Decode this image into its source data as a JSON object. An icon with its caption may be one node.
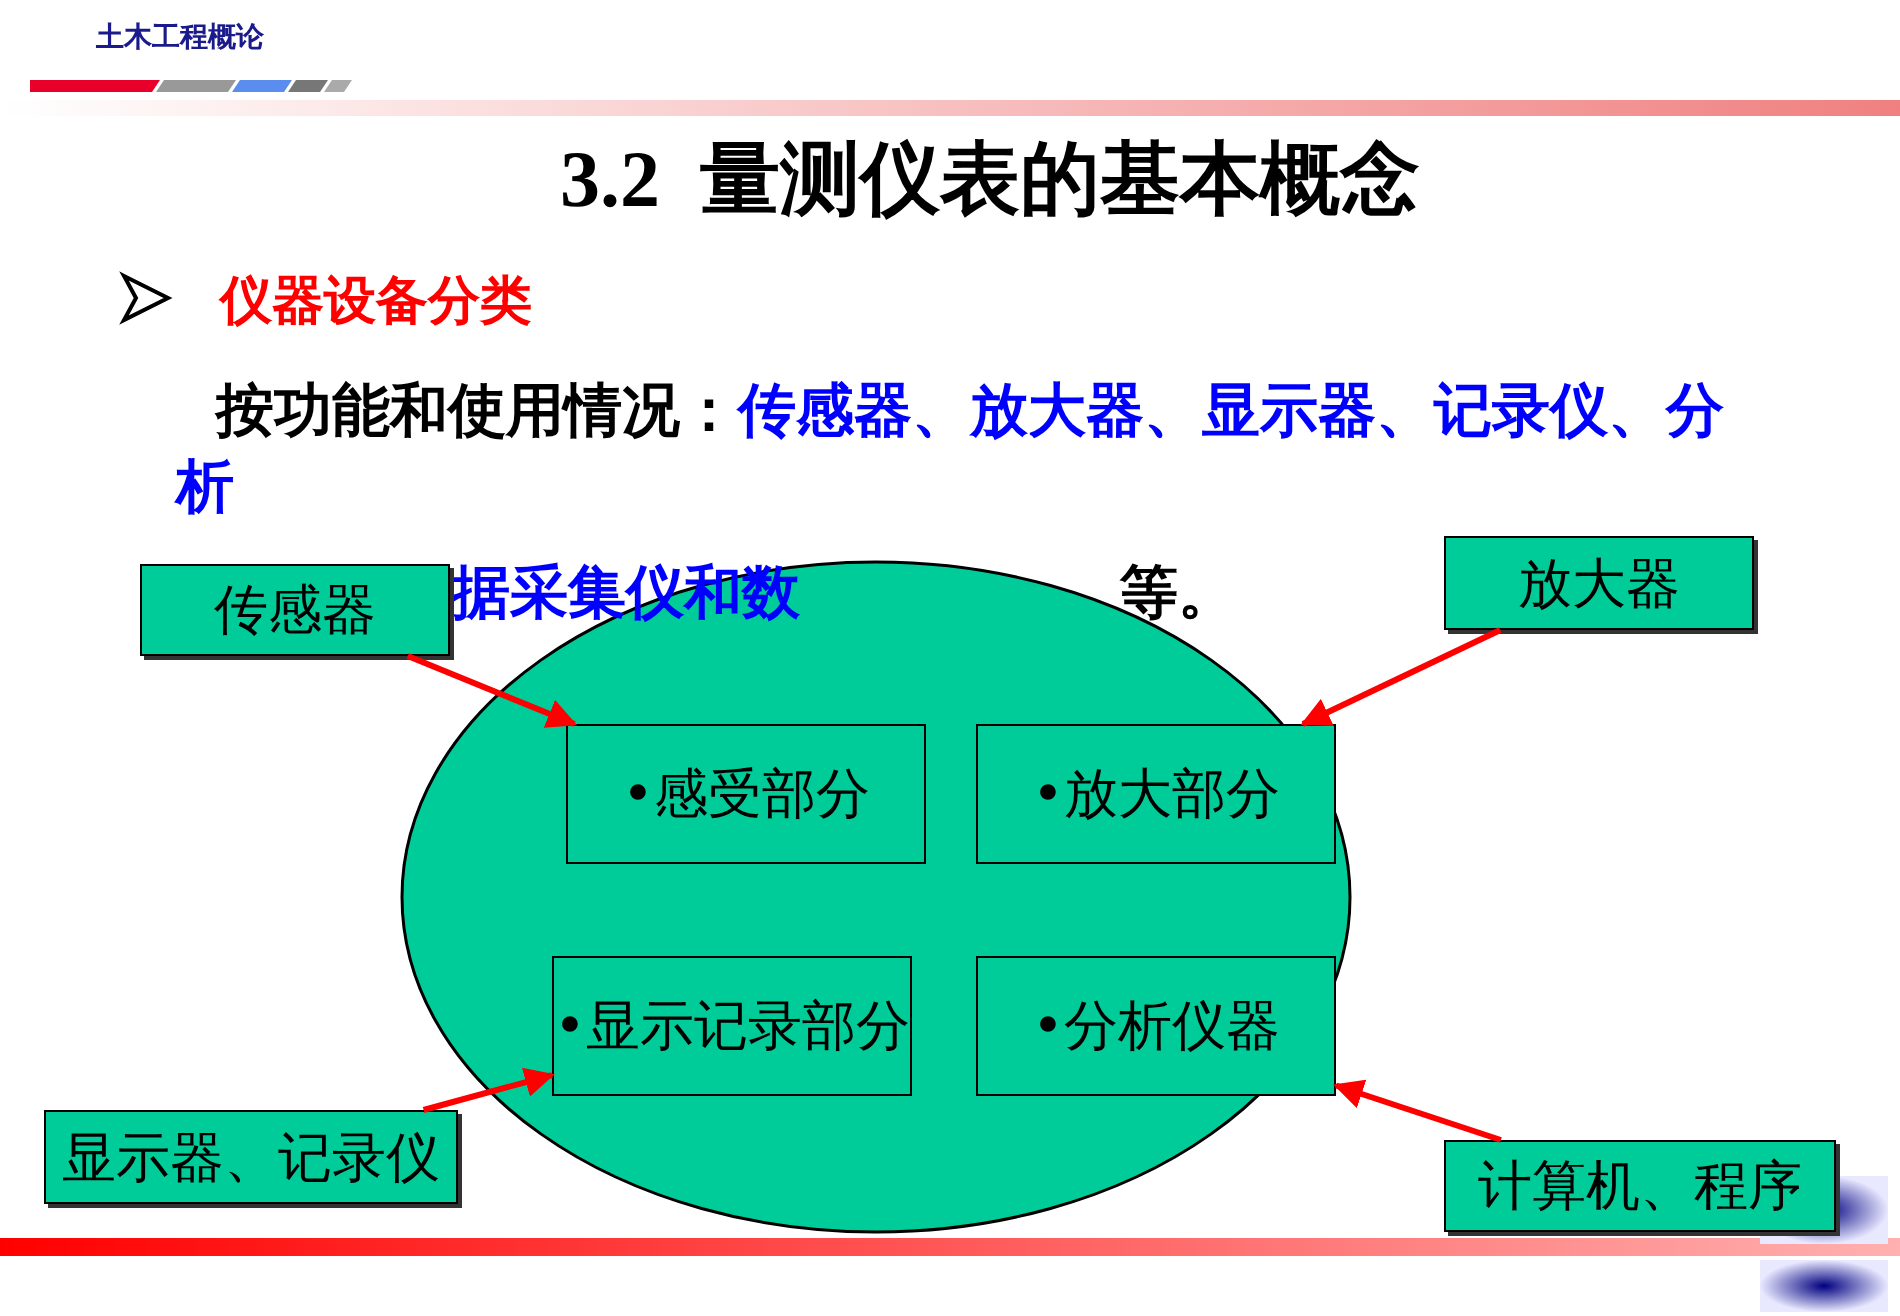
{
  "diagram": {
    "title": "3.2  量测仪表的基本概念",
    "nodes": [
      {
        "text": [],
        "shape": "ellipse"
      },
      {
        "text": [
          "传感器"
        ]
      },
      {
        "text": [
          "放大器"
        ]
      },
      {
        "text": [
          "•感受部分"
        ],
        "in": 0
      },
      {
        "text": [
          "•放大部分"
        ],
        "in": 0
      },
      {
        "text": [
          "•显示记录部分"
        ],
        "in": 0
      },
      {
        "text": [
          "•分析仪器"
        ],
        "in": 0
      },
      {
        "text": [
          "显示器、记录仪"
        ]
      },
      {
        "text": [
          "计算机、程序"
        ]
      }
    ],
    "edges": [
      {
        "from": 1,
        "to": 3,
        "arrow": "to"
      },
      {
        "from": 2,
        "to": 4,
        "arrow": "to"
      },
      {
        "from": 7,
        "to": 5,
        "arrow": "to"
      },
      {
        "from": 8,
        "to": 6,
        "arrow": "to"
      }
    ],
    "labels": [
      "土木工程概论",
      "仪器设备分类",
      "按功能和使用情况：",
      "传感器、放大器、显示器、记录仪、分析",
      "据采集仪和数",
      "等。"
    ]
  }
}
